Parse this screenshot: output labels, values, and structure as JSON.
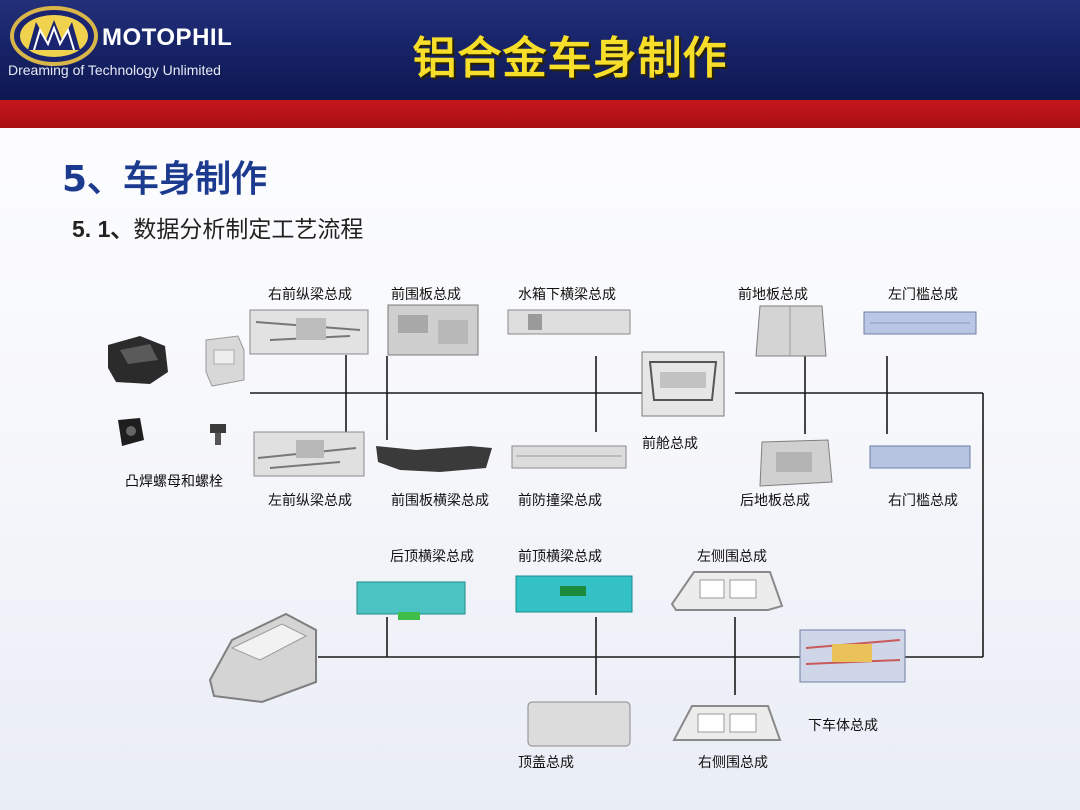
{
  "header": {
    "brand": "MOTOPHIL",
    "tagline": "Dreaming of Technology Unlimited",
    "title": "铝合金车身制作",
    "colors": {
      "header_blue": "#182468",
      "band_red": "#b5121b",
      "title_yellow": "#f7de2a"
    }
  },
  "section": {
    "title": "5、车身制作",
    "subtitle_number": "5. 1、",
    "subtitle_text": "数据分析制定工艺流程"
  },
  "diagram": {
    "labels": {
      "fastener": "凸焊螺母和螺栓",
      "rh_front_rail": "右前纵梁总成",
      "front_wall": "前围板总成",
      "radiator_lower_beam": "水箱下横梁总成",
      "front_floor": "前地板总成",
      "lh_sill": "左门槛总成",
      "lh_front_rail": "左前纵梁总成",
      "front_wall_crossmember": "前围板横梁总成",
      "front_bumper_beam": "前防撞梁总成",
      "front_compartment": "前舱总成",
      "rear_floor": "后地板总成",
      "rh_sill": "右门槛总成",
      "rear_roof_bow": "后顶横梁总成",
      "front_roof_bow": "前顶横梁总成",
      "lh_side_panel": "左侧围总成",
      "underbody": "下车体总成",
      "roof_panel": "顶盖总成",
      "rh_side_panel": "右侧围总成"
    }
  }
}
